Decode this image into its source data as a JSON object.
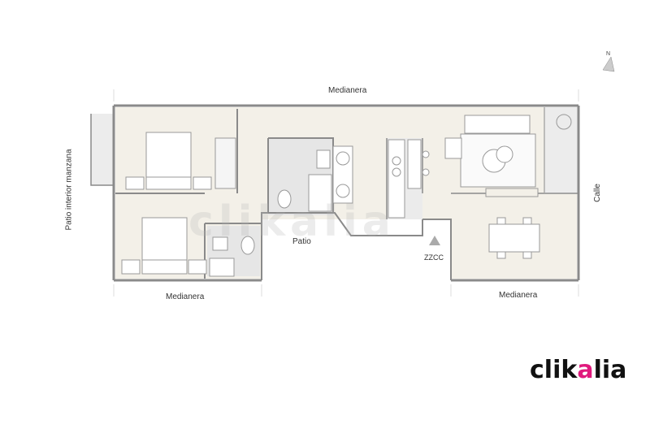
{
  "labels": {
    "top": "Medianera",
    "bottom_left": "Medianera",
    "bottom_right": "Medianera",
    "left_side": "Patio interior manzana",
    "right_side": "Calle",
    "patio": "Patio",
    "zzcc": "ZZCC",
    "north": "N"
  },
  "watermark": "clikalia",
  "logo": {
    "text_before": "clik",
    "text_accent": "a",
    "text_after": "lia",
    "accent_color": "#e0197d"
  },
  "colors": {
    "floor": "#f3f0e8",
    "wall": "#8a8a8a",
    "wet_floor": "#e6e6e6",
    "terrace": "#ececec"
  }
}
